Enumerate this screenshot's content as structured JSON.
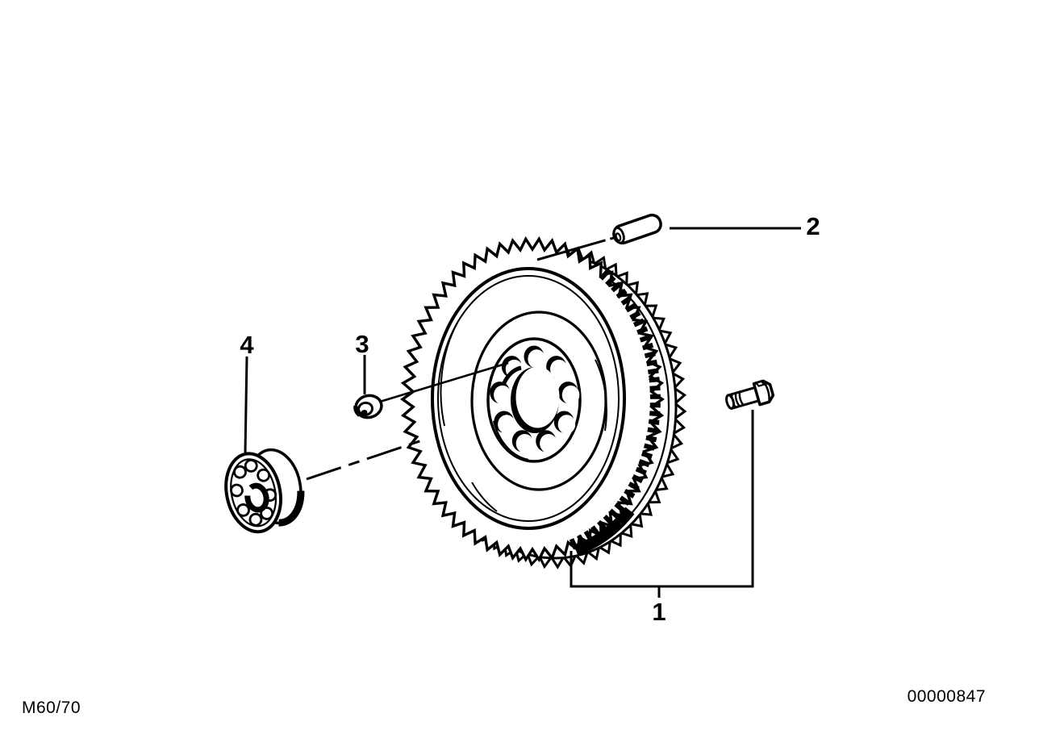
{
  "page": {
    "background_color": "#ffffff",
    "line_color": "#000000"
  },
  "callouts": {
    "part1": "1",
    "part2": "2",
    "part3": "3",
    "part4": "4"
  },
  "footer": {
    "model_code": "M60/70",
    "drawing_number": "00000847"
  }
}
